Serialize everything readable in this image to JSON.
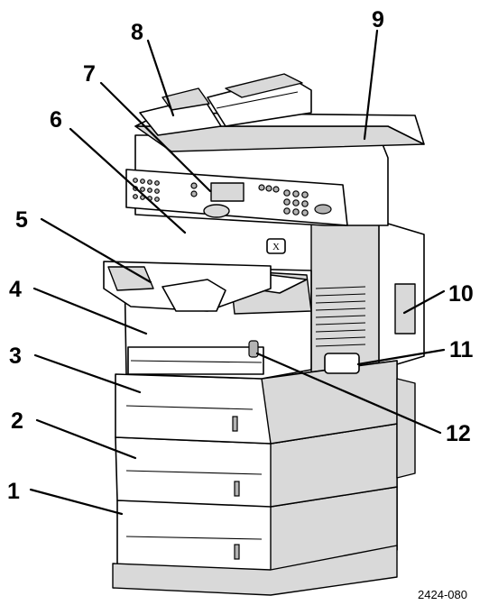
{
  "figure_id": "2424-080",
  "callouts": [
    "1",
    "2",
    "3",
    "4",
    "5",
    "6",
    "7",
    "8",
    "9",
    "10",
    "11",
    "12"
  ]
}
